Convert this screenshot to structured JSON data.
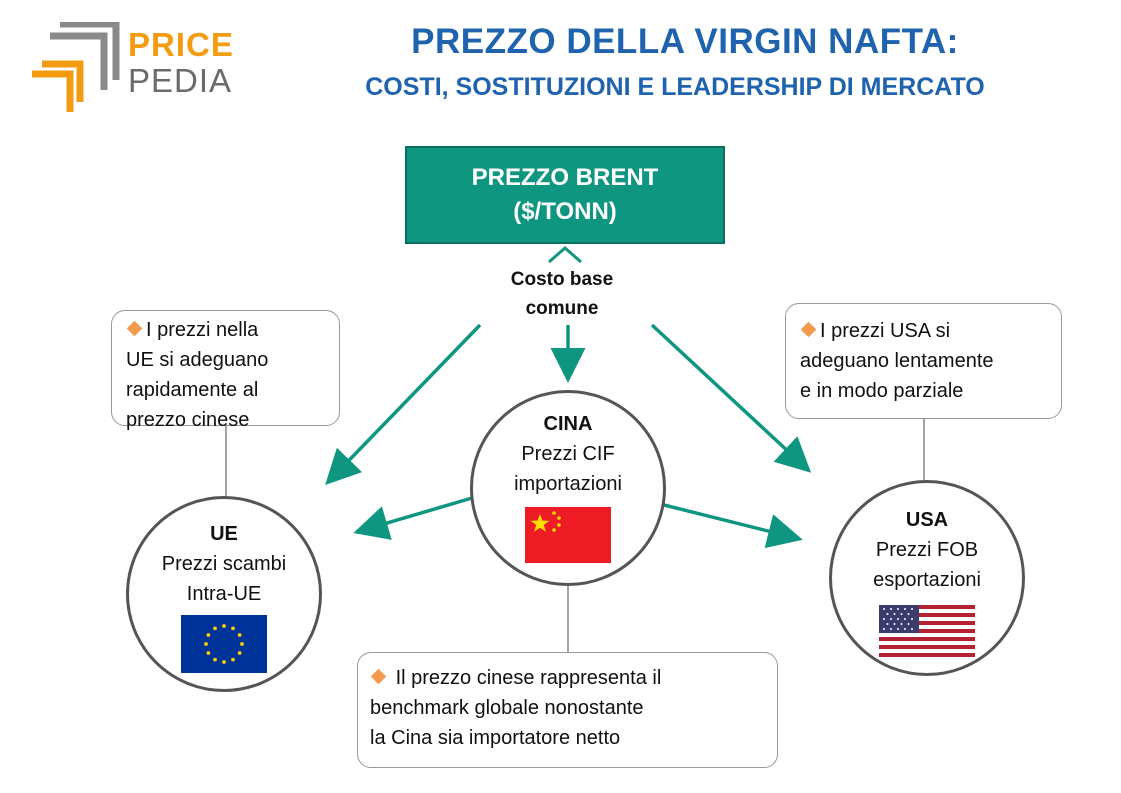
{
  "logo": {
    "line1": "PRICE",
    "line2": "PEDIA"
  },
  "title": {
    "line1": "PREZZO DELLA VIRGIN NAFTA:",
    "line2": "COSTI, SOSTITUZIONI E LEADERSHIP DI MERCATO"
  },
  "brent": {
    "line1": "PREZZO BRENT",
    "line2": "($/TONN)"
  },
  "cost_label": {
    "line1": "Costo base",
    "line2": "comune"
  },
  "nodes": {
    "china": {
      "name": "CINA",
      "line1": "Prezzi CIF",
      "line2": "importazioni",
      "flag": "china-flag"
    },
    "eu": {
      "name": "UE",
      "line1": "Prezzi scambi",
      "line2": "Intra-UE",
      "flag": "eu-flag"
    },
    "usa": {
      "name": "USA",
      "line1": "Prezzi FOB",
      "line2": "esportazioni",
      "flag": "usa-flag"
    }
  },
  "notes": {
    "eu": [
      "I prezzi nella",
      "UE si adeguano",
      "rapidamente al",
      "prezzo cinese"
    ],
    "usa": [
      "I prezzi USA si",
      "adeguano lentamente",
      "e in modo parziale"
    ],
    "china": [
      "Il prezzo cinese rappresenta il",
      "benchmark globale nonostante",
      "la Cina sia importatore netto"
    ]
  },
  "colors": {
    "title": "#1F63AE",
    "teal": "#0F9680",
    "orange": "#F39C12",
    "gray": "#6B6B6B",
    "bullet": "#F39A4D"
  }
}
